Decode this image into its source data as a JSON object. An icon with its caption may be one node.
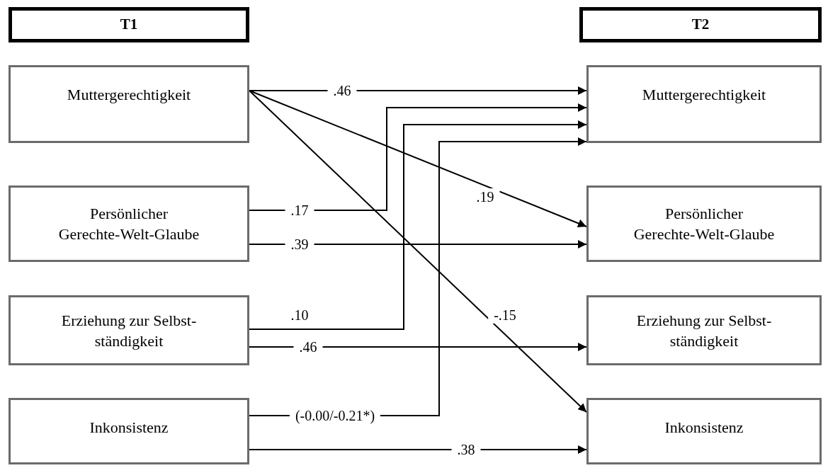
{
  "diagram": {
    "nodes": [
      {
        "text": [
          "T1"
        ]
      },
      {
        "text": [
          "T2"
        ]
      },
      {
        "text": [
          "Muttergerechtigkeit"
        ]
      },
      {
        "text": [
          "Persönlicher Gerechte-Welt-Glaube"
        ]
      },
      {
        "text": [
          "Erziehung zur Selbst-ständigkeit"
        ]
      },
      {
        "text": [
          "Inkonsistenz"
        ]
      },
      {
        "text": [
          "Muttergerechtigkeit"
        ]
      },
      {
        "text": [
          "Persönlicher Gerechte-Welt-Glaube"
        ]
      },
      {
        "text": [
          "Erziehung zur Selbst-ständigkeit"
        ]
      },
      {
        "text": [
          "Inkonsistenz"
        ]
      }
    ],
    "edges": [
      {
        "from": 2,
        "to": 6,
        "arrow": "to",
        "label": ".46"
      },
      {
        "from": 3,
        "to": 6,
        "arrow": "to",
        "label": ".17"
      },
      {
        "from": 4,
        "to": 6,
        "arrow": "to",
        "label": ".10"
      },
      {
        "from": 5,
        "to": 6,
        "arrow": "to",
        "label": "(-0.00/-0.21*)"
      },
      {
        "from": 2,
        "to": 7,
        "arrow": "to",
        "label": ".19"
      },
      {
        "from": 3,
        "to": 7,
        "arrow": "to",
        "label": ".39"
      },
      {
        "from": 2,
        "to": 9,
        "arrow": "to",
        "label": "-.15"
      },
      {
        "from": 4,
        "to": 8,
        "arrow": "to",
        "label": ".46"
      },
      {
        "from": 5,
        "to": 9,
        "arrow": "to",
        "label": ".38"
      }
    ]
  }
}
